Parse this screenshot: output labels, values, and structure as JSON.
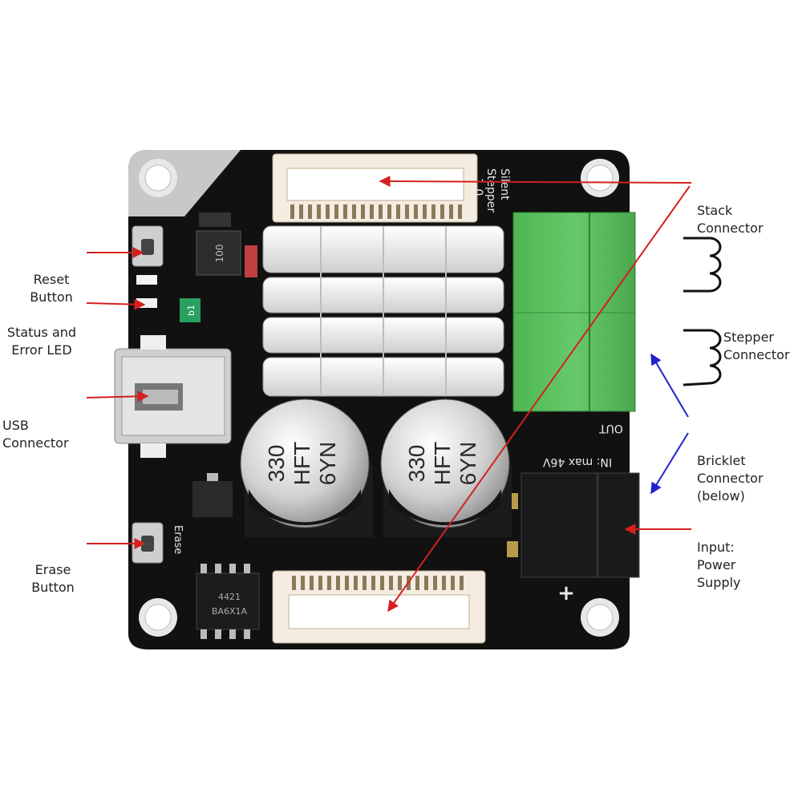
{
  "board": {
    "silk_title_1": "Silent",
    "silk_title_2": "Stepper",
    "silk_version": "1.0",
    "silk_erase": "Erase",
    "silk_out": "OUT",
    "silk_in": "IN: max 46V",
    "silk_plus": "+",
    "silk_led": "b1",
    "silk_inductor": "100",
    "cap_line_1": "330",
    "cap_line_2": "HFT",
    "cap_line_3": "6YN",
    "chip_line_1": "4421",
    "chip_line_2": "BA6X1A"
  },
  "labels": {
    "reset": [
      "Reset",
      "Button"
    ],
    "status": [
      "Status and",
      "Error LED"
    ],
    "usb": [
      "USB",
      "Connector"
    ],
    "erase": [
      "Erase",
      "Button"
    ],
    "stack": [
      "Stack",
      "Connector"
    ],
    "stepper": [
      "Stepper",
      "Connector"
    ],
    "bricklet": [
      "Bricklet",
      "Connector",
      "(below)"
    ],
    "power": [
      "Input:",
      "Power",
      "Supply"
    ]
  },
  "colors": {
    "pcb": "#101010",
    "terminal_green": "#5cc060",
    "arrow_red": "#d42020",
    "arrow_blue": "#2020d0",
    "cap_silver": "#d8d8d8",
    "heatsink": "#f2f2f2"
  }
}
